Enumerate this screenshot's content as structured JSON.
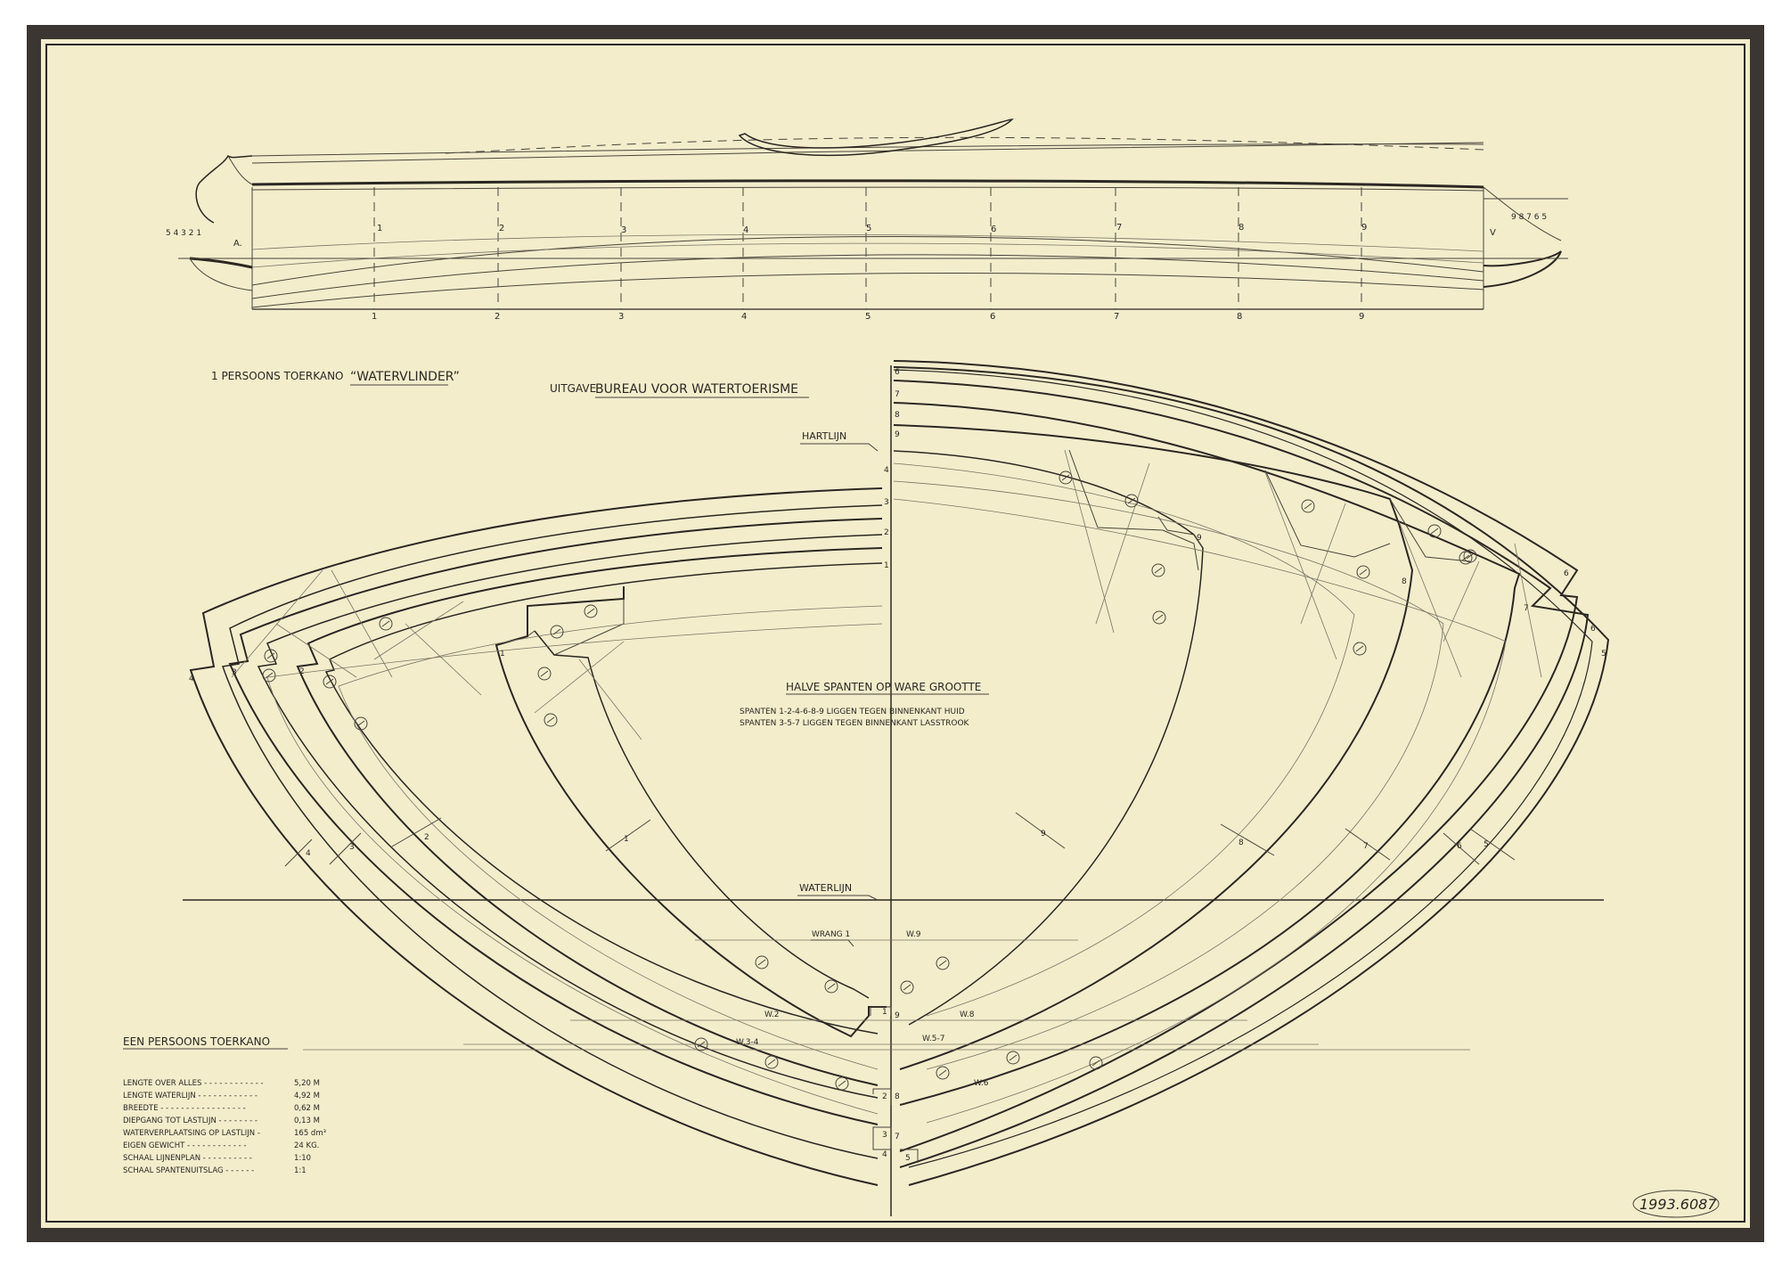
{
  "title": {
    "prefix": "1 PERSOONS TOERKANO",
    "name": "“WATERVLINDER”"
  },
  "publisher": {
    "prefix": "UITGAVE",
    "name": "BUREAU VOOR WATERTOERISME"
  },
  "labels": {
    "hartlijn": "HARTLIJN",
    "waterlijn": "WATERLIJN",
    "wrang": "WRANG 1",
    "halve_spanten": "HALVE SPANTEN OP WARE GROOTTE",
    "note1": "SPANTEN 1-2-4-6-8-9 LIGGEN TEGEN BINNENKANT HUID",
    "note2": "SPANTEN 3-5-7 LIGGEN TEGEN BINNENKANT LASSTROOK",
    "w9": "W.9",
    "w8": "W.8",
    "w2": "W.2",
    "w34": "W.3-4",
    "w57": "W.5-7",
    "w6": "W.6",
    "stern_mark": "A.",
    "bow_mark": "V"
  },
  "station_numbers": [
    "1",
    "2",
    "3",
    "4",
    "5",
    "6",
    "7",
    "8",
    "9"
  ],
  "stern_stations": "5 4 3 2   1",
  "bow_stations": "9   8  7 6 5",
  "specs": {
    "heading": "EEN PERSOONS TOERKANO",
    "rows": [
      {
        "label": "LENGTE OVER ALLES - - - - - - - - - - - -",
        "value": "5,20 M"
      },
      {
        "label": "LENGTE WATERLIJN - - - - - - - - - - - -",
        "value": "4,92 M"
      },
      {
        "label": "BREEDTE - - - - - - - - - - - - - - - - -",
        "value": "0,62 M"
      },
      {
        "label": "DIEPGANG TOT LASTLIJN - - - - - - - -",
        "value": "0,13 M"
      },
      {
        "label": "WATERVERPLAATSING OP LASTLIJN -",
        "value": "165 dm³"
      },
      {
        "label": "EIGEN GEWICHT - - - - - - - - - - - -",
        "value": "24 KG."
      },
      {
        "label": "SCHAAL LIJNENPLAN - - - - - - - - - -",
        "value": "1:10"
      },
      {
        "label": "SCHAAL SPANTENUITSLAG - - - - - -",
        "value": "1:1"
      }
    ]
  },
  "archive_number": "1993.6087"
}
